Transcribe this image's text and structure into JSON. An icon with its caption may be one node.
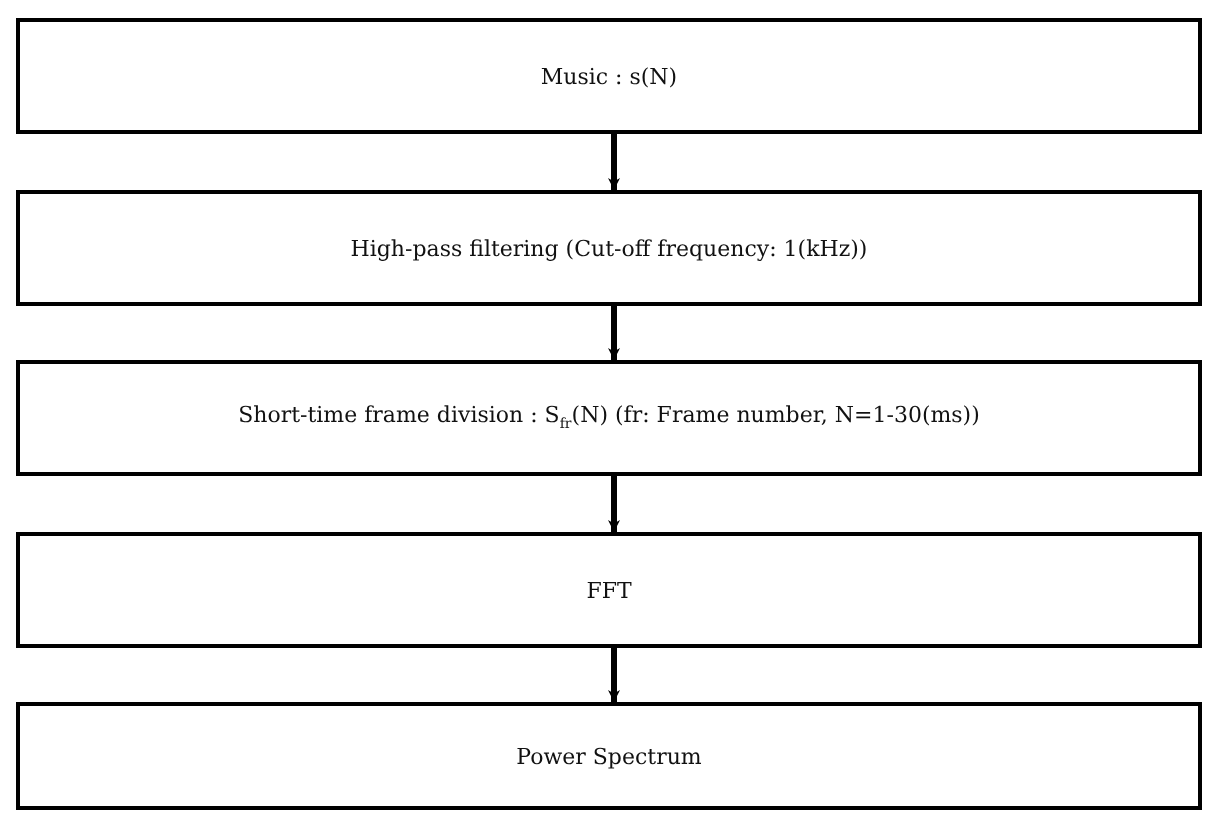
{
  "diagram": {
    "nodes": [
      {
        "text": [
          "Music : s(N)"
        ]
      },
      {
        "text": [
          "High-pass filtering (Cut-off frequency: 1(kHz))"
        ]
      },
      {
        "text": [
          "Short-time frame division : S$_{fr}$(N) (fr: Frame number, N=1-30(ms))"
        ]
      },
      {
        "text": [
          "FFT"
        ]
      },
      {
        "text": [
          "Power Spectrum"
        ]
      }
    ],
    "edges": [
      {
        "from": 0,
        "to": 1,
        "arrow": "to"
      },
      {
        "from": 1,
        "to": 2,
        "arrow": "to"
      },
      {
        "from": 2,
        "to": 3,
        "arrow": "to"
      },
      {
        "from": 3,
        "to": 4,
        "arrow": "to"
      }
    ]
  }
}
